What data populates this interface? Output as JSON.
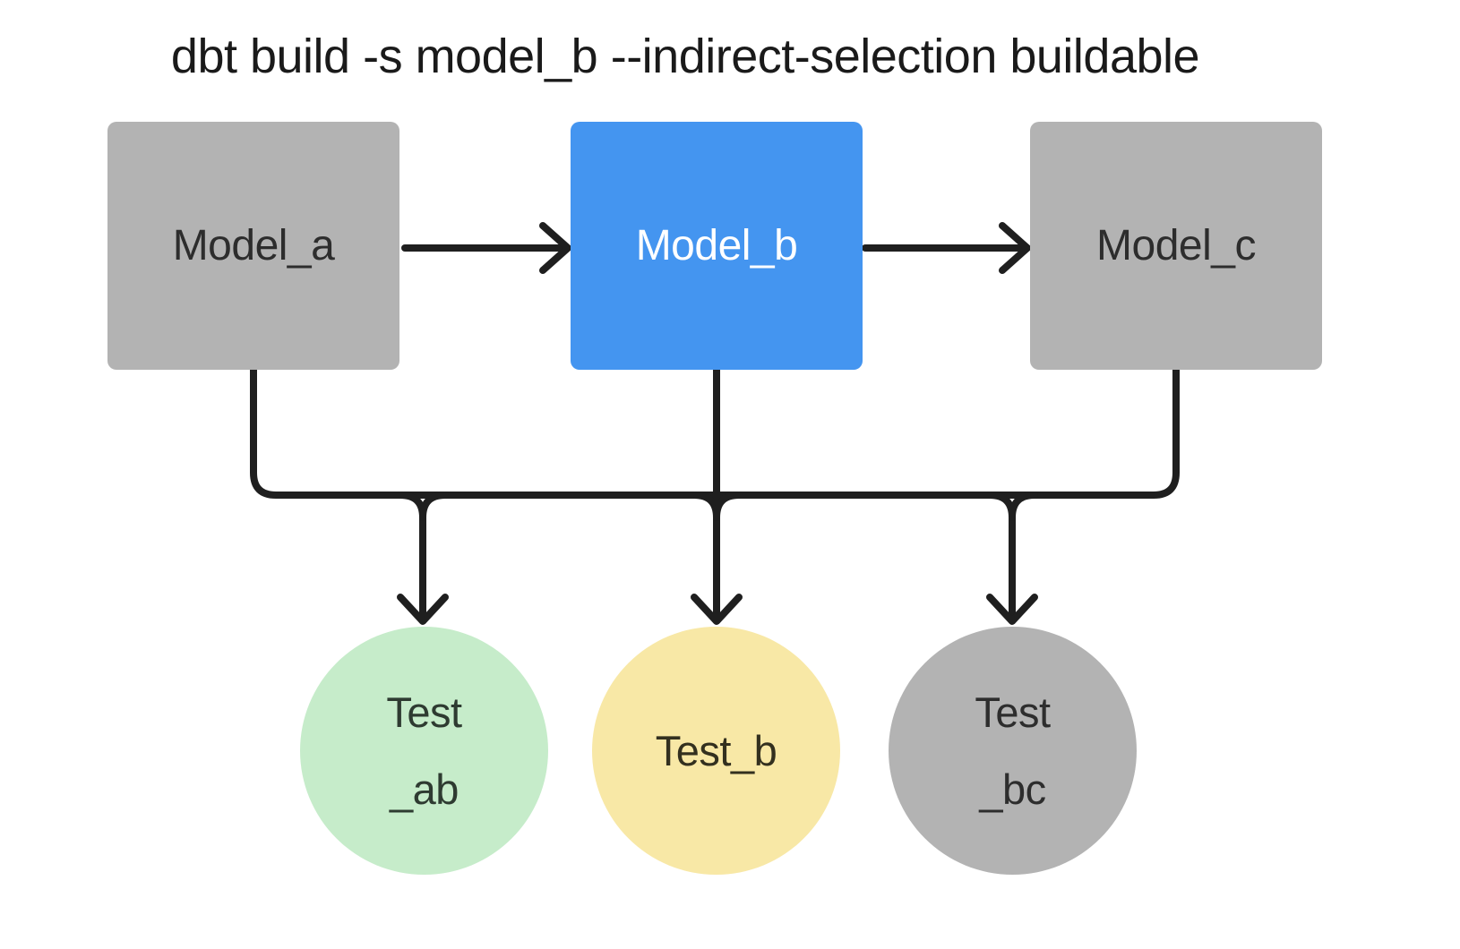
{
  "title": "dbt build -s model_b --indirect-selection buildable",
  "nodes": {
    "model_a": {
      "label": "Model_a",
      "fill": "#b3b3b3",
      "text_color": "#2d2d2d"
    },
    "model_b": {
      "label": "Model_b",
      "fill": "#4495f0",
      "text_color": "#ffffff"
    },
    "model_c": {
      "label": "Model_c",
      "fill": "#b3b3b3",
      "text_color": "#2d2d2d"
    },
    "test_ab": {
      "lines": [
        "Test",
        "_ab"
      ],
      "fill": "#c6ecca",
      "text_color": "#2e3b31"
    },
    "test_b": {
      "lines": [
        "Test_b"
      ],
      "fill": "#f8e8a6",
      "text_color": "#33301f"
    },
    "test_bc": {
      "lines": [
        "Test",
        "_bc"
      ],
      "fill": "#b3b3b3",
      "text_color": "#2d2d2d"
    }
  },
  "edges": [
    {
      "from": "model_a",
      "to": "model_b"
    },
    {
      "from": "model_b",
      "to": "model_c"
    },
    {
      "from": "model_a",
      "to": "test_ab"
    },
    {
      "from": "model_b",
      "to": "test_ab"
    },
    {
      "from": "model_b",
      "to": "test_b"
    },
    {
      "from": "model_b",
      "to": "test_bc"
    },
    {
      "from": "model_c",
      "to": "test_bc"
    }
  ],
  "colors": {
    "background": "#ffffff",
    "edge": "#1f1f1f",
    "selected_model": "#4495f0",
    "unselected_model": "#b3b3b3",
    "test_pass_green": "#c6ecca",
    "test_indirect_yellow": "#f8e8a6",
    "test_skipped_gray": "#b3b3b3"
  }
}
